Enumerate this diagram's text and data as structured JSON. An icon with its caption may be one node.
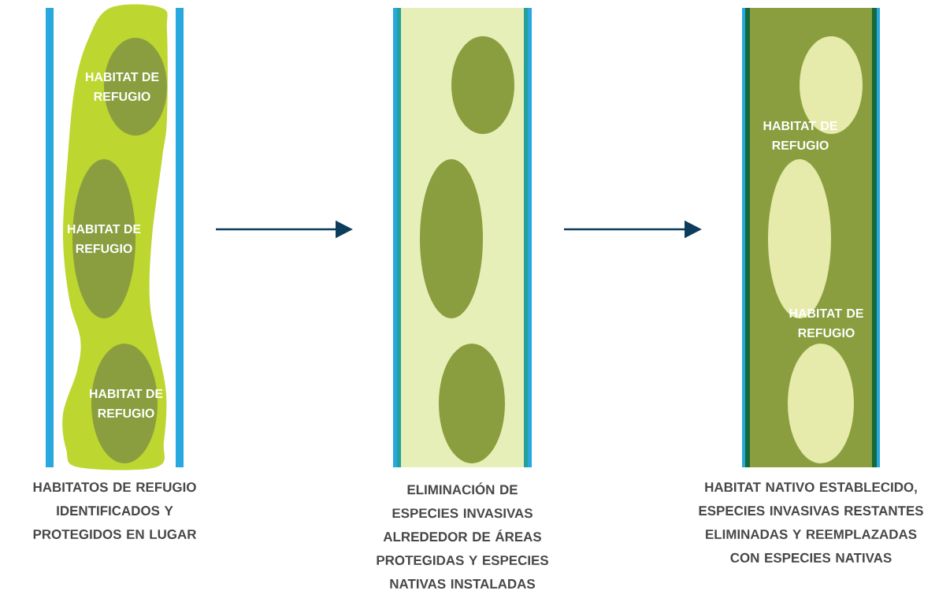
{
  "diagram": {
    "nodes": [
      {
        "text": [
          "HABITATOS DE REFUGIO IDENTIFICADOS Y PROTEGIDOS EN LUGAR"
        ]
      },
      {
        "text": [
          "HABITAT DE REFUGIO"
        ],
        "in": 0
      },
      {
        "text": [
          "HABITAT DE REFUGIO"
        ],
        "in": 0
      },
      {
        "text": [
          "HABITAT DE REFUGIO"
        ],
        "in": 0
      },
      {
        "text": [
          "ELIMINACIÓN DE ESPECIES INVASIVAS ALREDEDOR DE ÁREAS PROTEGIDAS Y ESPECIES NATIVAS INSTALADAS"
        ]
      },
      {
        "text": [],
        "shape": "circle",
        "in": 4
      },
      {
        "text": [],
        "shape": "circle",
        "in": 4
      },
      {
        "text": [],
        "shape": "circle",
        "in": 4
      },
      {
        "text": [
          "HABITAT NATIVO ESTABLECIDO, ESPECIES INVASIVAS RESTANTES ELIMINADAS Y REEMPLAZADAS CON ESPECIES NATIVAS"
        ]
      },
      {
        "text": [],
        "shape": "circle",
        "in": 8
      },
      {
        "text": [],
        "shape": "circle",
        "in": 8
      },
      {
        "text": [],
        "shape": "circle",
        "in": 8
      }
    ],
    "edges": [
      {
        "from": 0,
        "to": 4,
        "arrow": "to"
      },
      {
        "from": 4,
        "to": 8,
        "arrow": "to"
      }
    ],
    "labels": [
      "HABITAT DE REFUGIO",
      "HABITAT DE REFUGIO"
    ]
  }
}
